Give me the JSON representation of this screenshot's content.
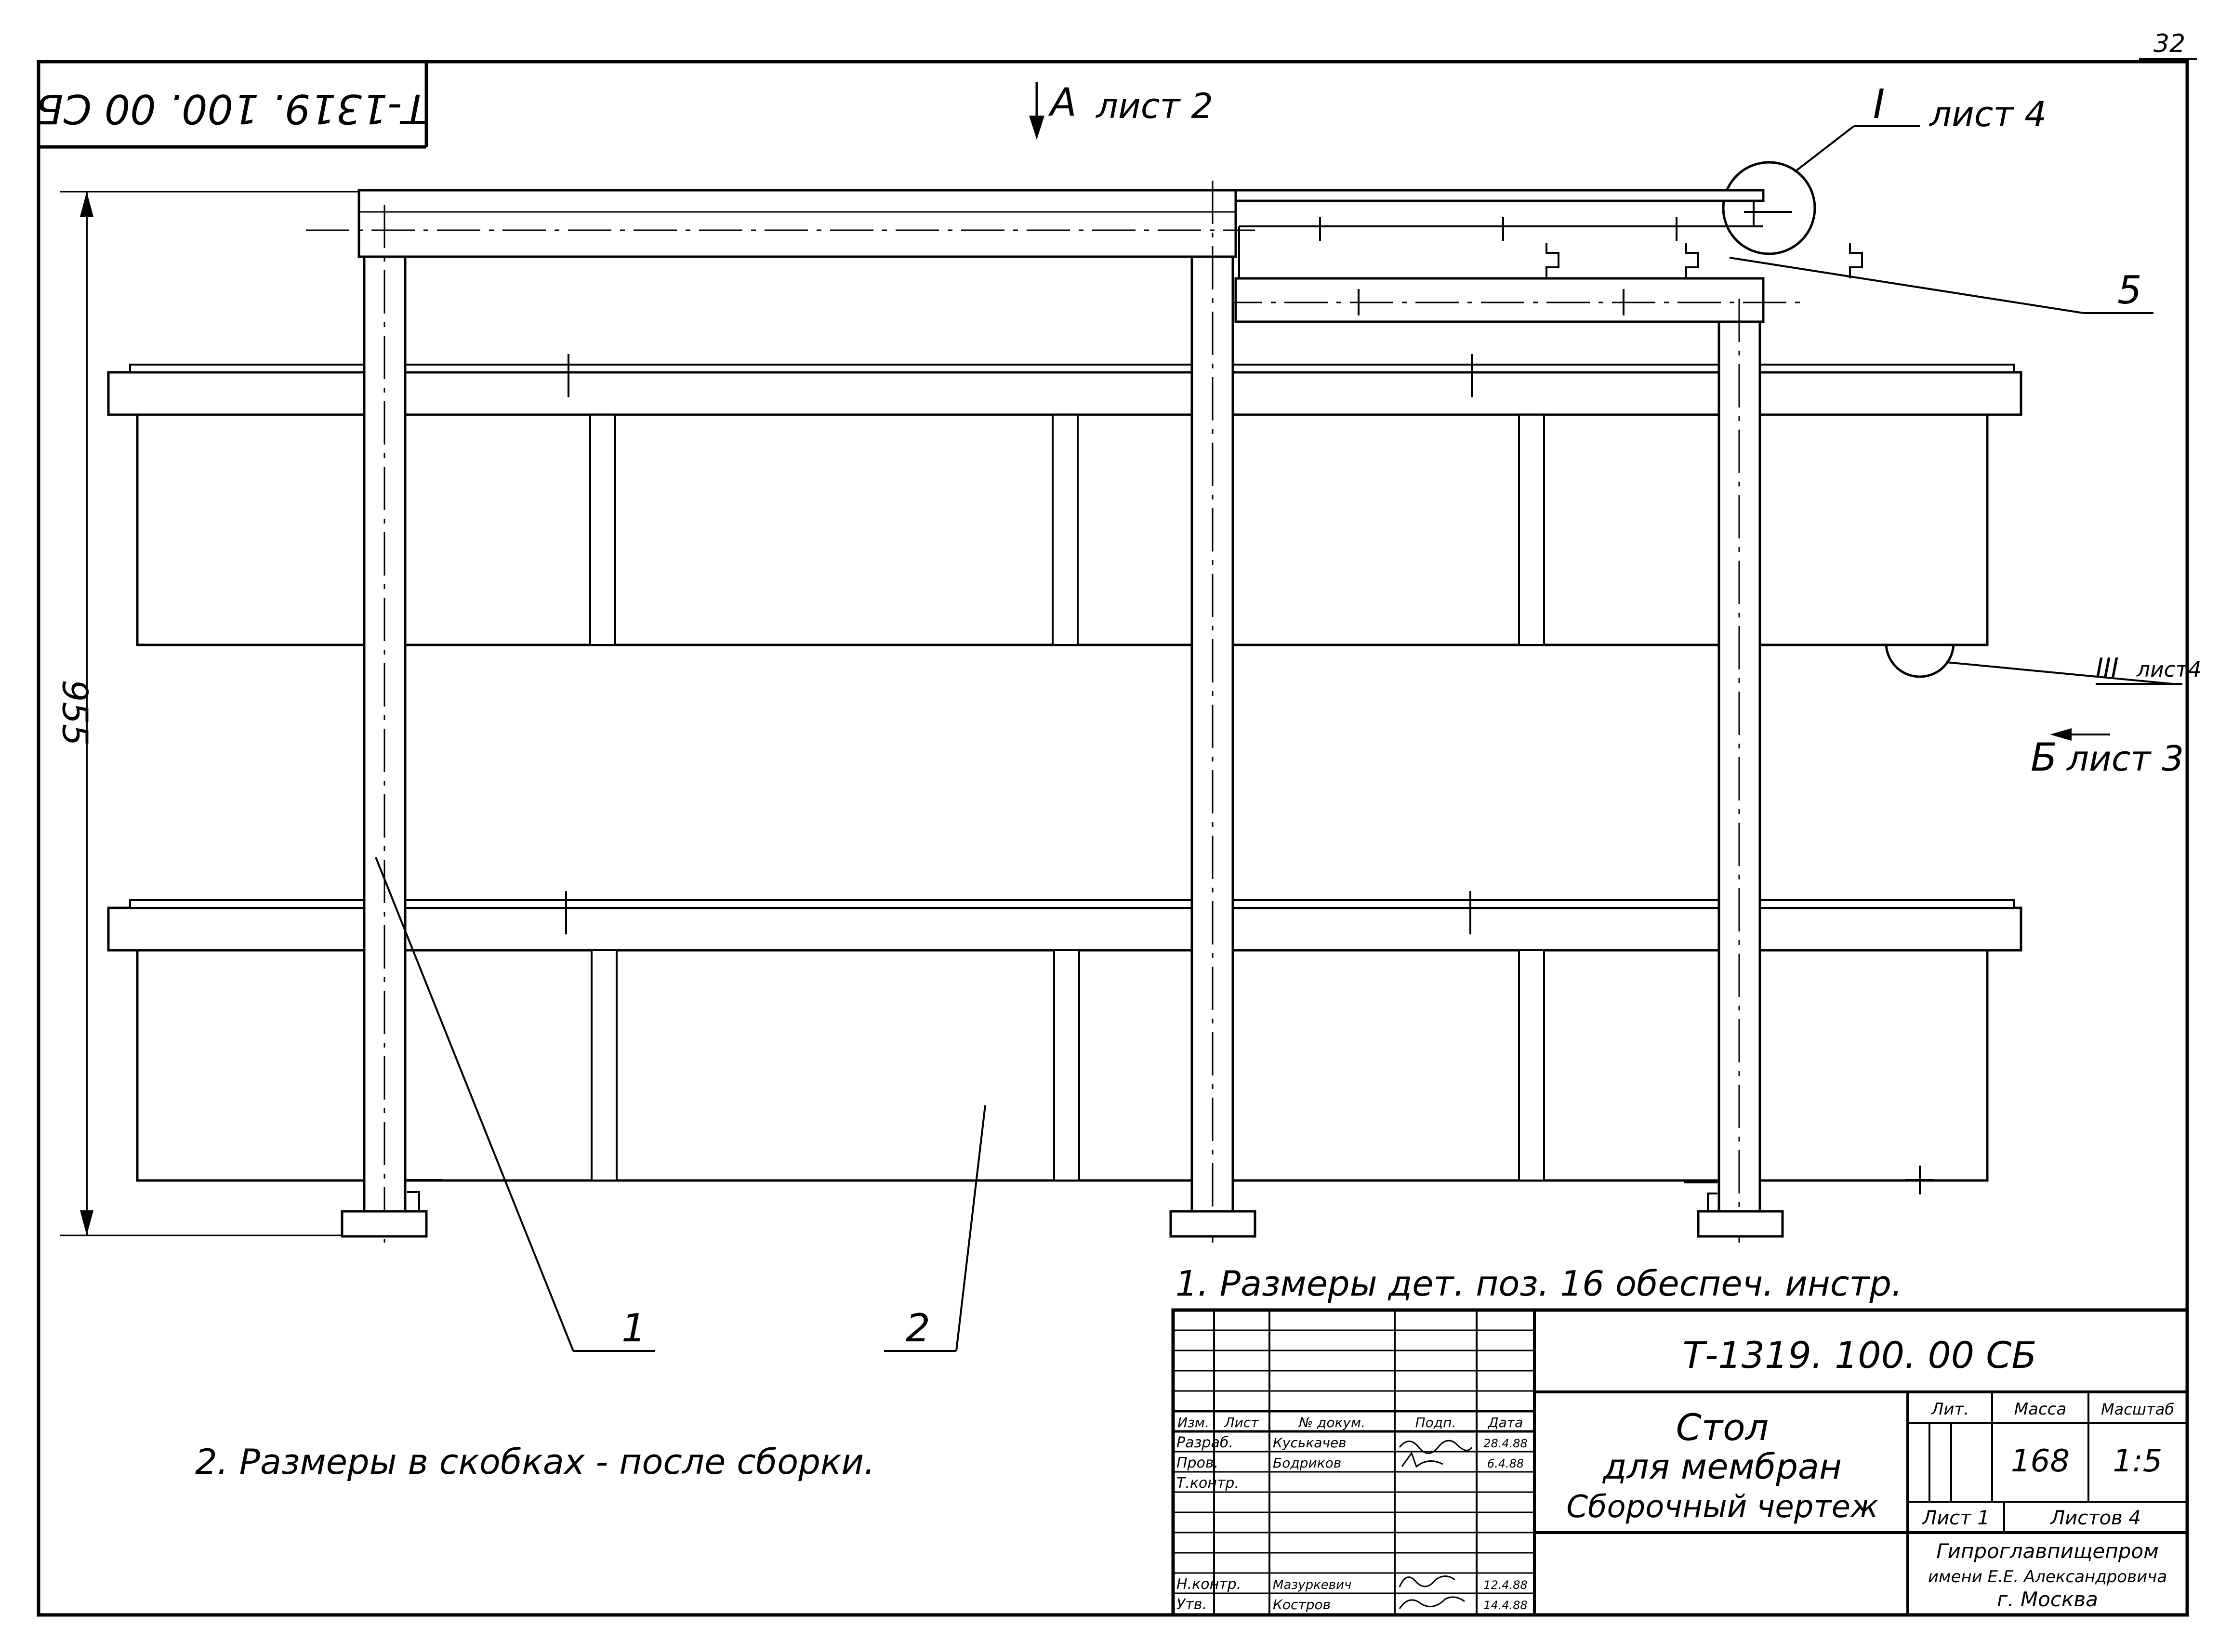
{
  "sheet": {
    "page_number": "32",
    "rotated_code": "Т-1319. 100. 00 СБ",
    "dimension_height": "955"
  },
  "view_refs": {
    "view_a": "А",
    "view_a_sheet": "лист 2",
    "view_b": "Б",
    "view_b_sheet": "лист 3",
    "node_1": "I",
    "node_1_sheet": "лист 4",
    "node_3": "III",
    "node_3_sheet": "лист4"
  },
  "positions": [
    "1",
    "2",
    "5"
  ],
  "notes": [
    "1. Размеры дет. поз. 16 обеспеч. инстр.",
    "2. Размеры в скобках - после сборки."
  ],
  "title_block": {
    "designation": "Т-1319. 100. 00 СБ",
    "name_line1": "Стол",
    "name_line2": "для мембран",
    "name_line3": "Сборочный чертеж",
    "col_stage": "Лит.",
    "col_mass": "Масса",
    "col_scale": "Масштаб",
    "mass": "168",
    "scale": "1:5",
    "sheet_label": "Лист 1",
    "sheets_label": "Листов 4",
    "org_line1": "Гипроглавпищепром",
    "org_line2": "имени Е.Е. Александровича",
    "org_line3": "г. Москва",
    "rev_headers": [
      "Изм.",
      "Лист",
      "№ докум.",
      "Подп.",
      "Дата"
    ],
    "roles": [
      "Разраб.",
      "Пров.",
      "Т.контр.",
      "Н.контр.",
      "Утв."
    ],
    "names": [
      "Куськачев",
      "Бодриков",
      "Мазуркевич",
      "Костров"
    ],
    "dates": [
      "28.4.88",
      "6.4.88",
      "12.4.88",
      "14.4.88"
    ]
  }
}
